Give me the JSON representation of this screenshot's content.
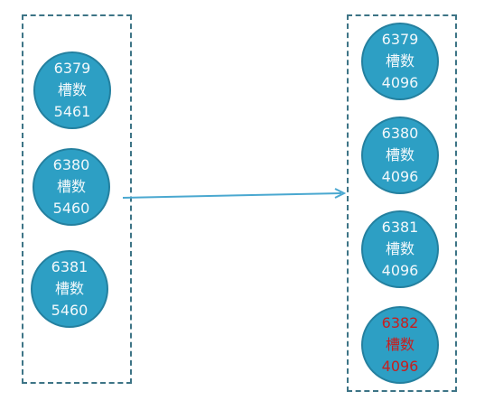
{
  "colors": {
    "node_fill": "#2d9fc4",
    "node_border": "#24809f",
    "node_text": "#f2f8fb",
    "highlight_text": "#c81e1e",
    "box_border": "#3d7486",
    "arrow": "#4aa8d0"
  },
  "left_group": {
    "nodes": [
      {
        "port": "6379",
        "label": "槽数",
        "slots": "5461"
      },
      {
        "port": "6380",
        "label": "槽数",
        "slots": "5460"
      },
      {
        "port": "6381",
        "label": "槽数",
        "slots": "5460"
      }
    ]
  },
  "right_group": {
    "nodes": [
      {
        "port": "6379",
        "label": "槽数",
        "slots": "4096"
      },
      {
        "port": "6380",
        "label": "槽数",
        "slots": "4096"
      },
      {
        "port": "6381",
        "label": "槽数",
        "slots": "4096"
      },
      {
        "port": "6382",
        "label": "槽数",
        "slots": "4096",
        "highlight": true
      }
    ]
  }
}
